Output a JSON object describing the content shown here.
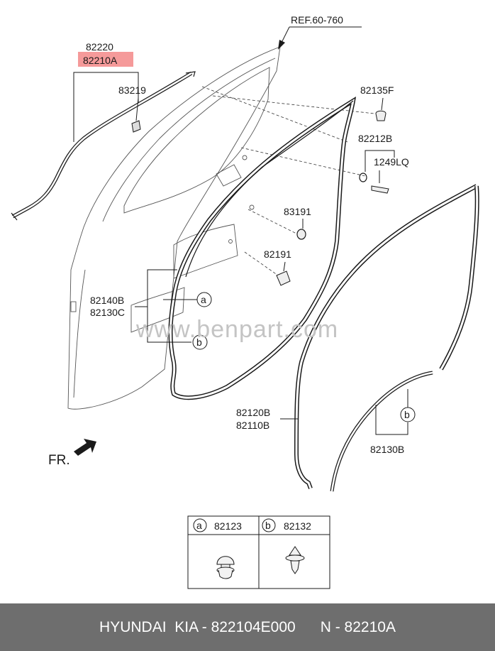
{
  "reference": "REF.60-760",
  "parts": {
    "p82220": "82220",
    "p82210A": "82210A",
    "p83219": "83219",
    "p82135F": "82135F",
    "p82212B": "82212B",
    "p1249LQ": "1249LQ",
    "p83191": "83191",
    "p82191": "82191",
    "p82140B": "82140B",
    "p82130C": "82130C",
    "p82120B": "82120B",
    "p82110B": "82110B",
    "p82130B": "82130B"
  },
  "callouts": {
    "a": "a",
    "b": "b"
  },
  "front_label": "FR.",
  "watermark": "www.benpart.com",
  "legend": {
    "a_code": "a",
    "a_part": "82123",
    "b_code": "b",
    "b_part": "82132"
  },
  "footer": {
    "left": "HYUNDAI  KIA - 822104E000",
    "right": "N - 82210A"
  },
  "colors": {
    "highlight": "#f59a9a",
    "footer_bg": "#6e6e6e",
    "line": "#1a1a1a"
  }
}
